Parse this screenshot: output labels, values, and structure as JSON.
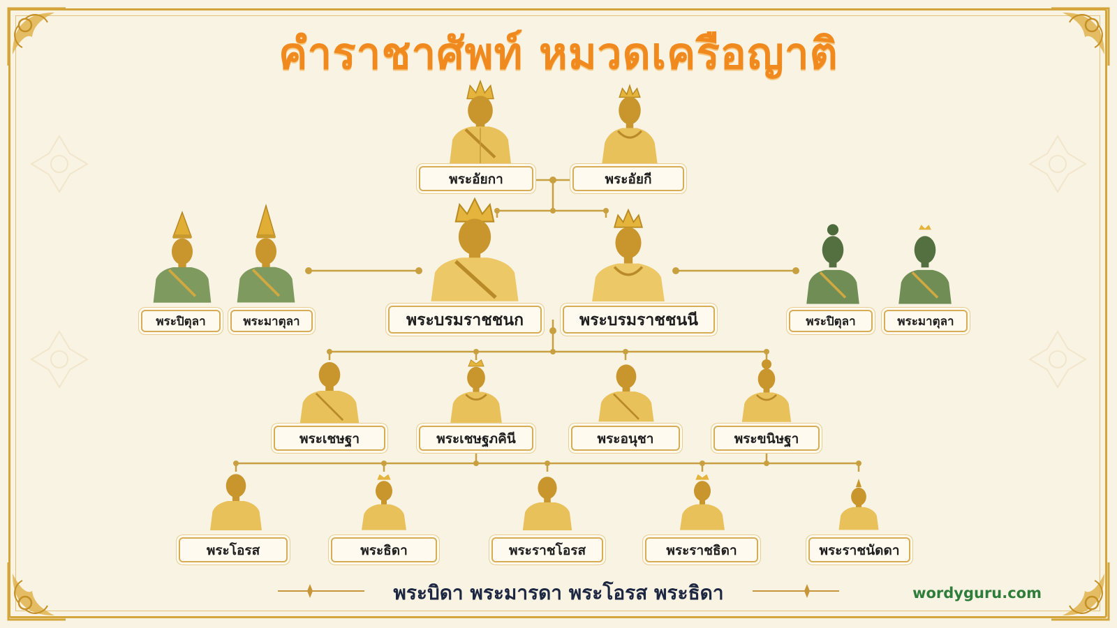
{
  "title": "คำราชาศัพท์ หมวดเครือญาติ",
  "grandparents": {
    "grandfather": "พระอัยกา",
    "grandmother": "พระอัยกี"
  },
  "parents": {
    "father": "พระบรมราชชนก",
    "mother": "พระบรมราชชนนี"
  },
  "father_side": {
    "uncle": "พระปิตุลา",
    "maternal_uncle": "พระมาตุลา"
  },
  "mother_side": {
    "uncle": "พระปิตุลา",
    "maternal_uncle": "พระมาตุลา"
  },
  "siblings": [
    "พระเชษฐา",
    "พระเชษฐภคินี",
    "พระอนุชา",
    "พระขนิษฐา"
  ],
  "children": [
    "พระโอรส",
    "พระธิดา",
    "พระราชโอรส",
    "พระราชธิดา",
    "พระราชนัดดา"
  ],
  "footer": "พระบิดา พระมารดา พระโอรส พระธิดา",
  "brand": "wordyguru.com",
  "colors": {
    "title": "#f08a1e",
    "gold": "#d9a83a",
    "green": "#5f7f48",
    "background": "#f9f3e4",
    "brand": "#2e7d3a"
  },
  "icons": [
    "crown-icon",
    "tiara-icon",
    "chada-crown-icon",
    "person-silhouette-icon",
    "thai-ornament-icon"
  ]
}
